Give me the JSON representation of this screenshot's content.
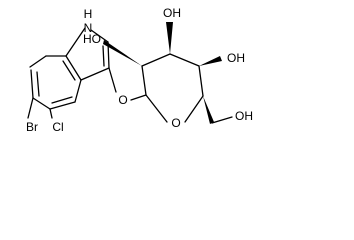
{
  "molecule": {
    "atoms": {
      "nh": "H",
      "n": "N",
      "br": "Br",
      "cl": "Cl",
      "o_glyco": "O",
      "o_ring": "O",
      "oh_c2": "HO",
      "oh_c3": "OH",
      "oh_c4": "OH",
      "oh_c6": "OH"
    }
  }
}
